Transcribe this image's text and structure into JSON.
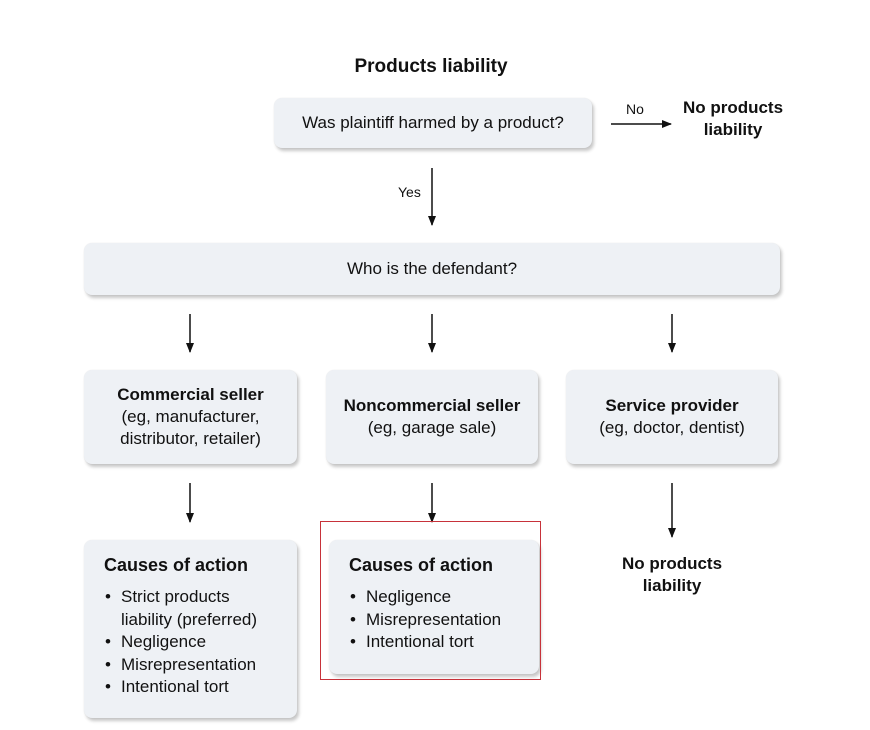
{
  "title": "Products liability",
  "question_product": "Was plaintiff harmed by a product?",
  "label_no": "No",
  "label_yes": "Yes",
  "no_liability_top": "No products liability",
  "question_defendant": "Who is the defendant?",
  "defendants": {
    "commercial": {
      "heading": "Commercial seller",
      "detail": "(eg, manufacturer, distributor, retailer)"
    },
    "noncommercial": {
      "heading": "Noncommercial seller",
      "detail": "(eg, garage sale)"
    },
    "service": {
      "heading": "Service provider",
      "detail": "(eg, doctor, dentist)"
    }
  },
  "causes_commercial": {
    "heading": "Causes of action",
    "items": [
      "Strict products liability (preferred)",
      "Negligence",
      "Misrepresentation",
      "Intentional tort"
    ]
  },
  "causes_noncommercial": {
    "heading": "Causes of action",
    "items": [
      "Negligence",
      "Misrepresentation",
      "Intentional tort"
    ]
  },
  "no_liability_service": "No products liability",
  "colors": {
    "box_fill": "#eef1f5",
    "highlight": "#c7323a"
  }
}
